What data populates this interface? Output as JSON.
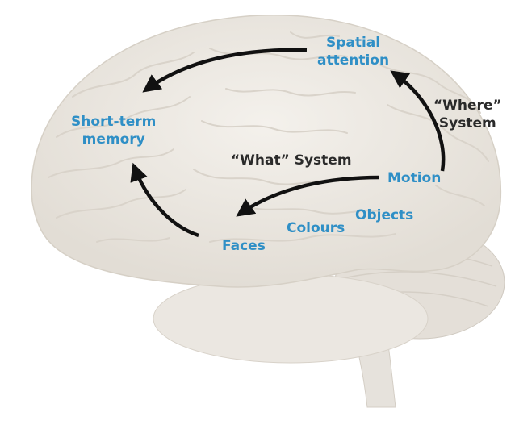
{
  "regions": {
    "spatial_attention": [
      "Spatial",
      "attention"
    ],
    "short_term_memory": [
      "Short-term",
      "memory"
    ],
    "motion": "Motion",
    "objects": "Objects",
    "colours": "Colours",
    "faces": "Faces"
  },
  "systems": {
    "where_line1": "“Where”",
    "where_line2": "System",
    "what": "“What” System"
  },
  "colors": {
    "region_label": "#2f8fc6",
    "system_label": "#2a2a2a",
    "arrow": "#111111",
    "brain_fill": "#ece8e2"
  }
}
